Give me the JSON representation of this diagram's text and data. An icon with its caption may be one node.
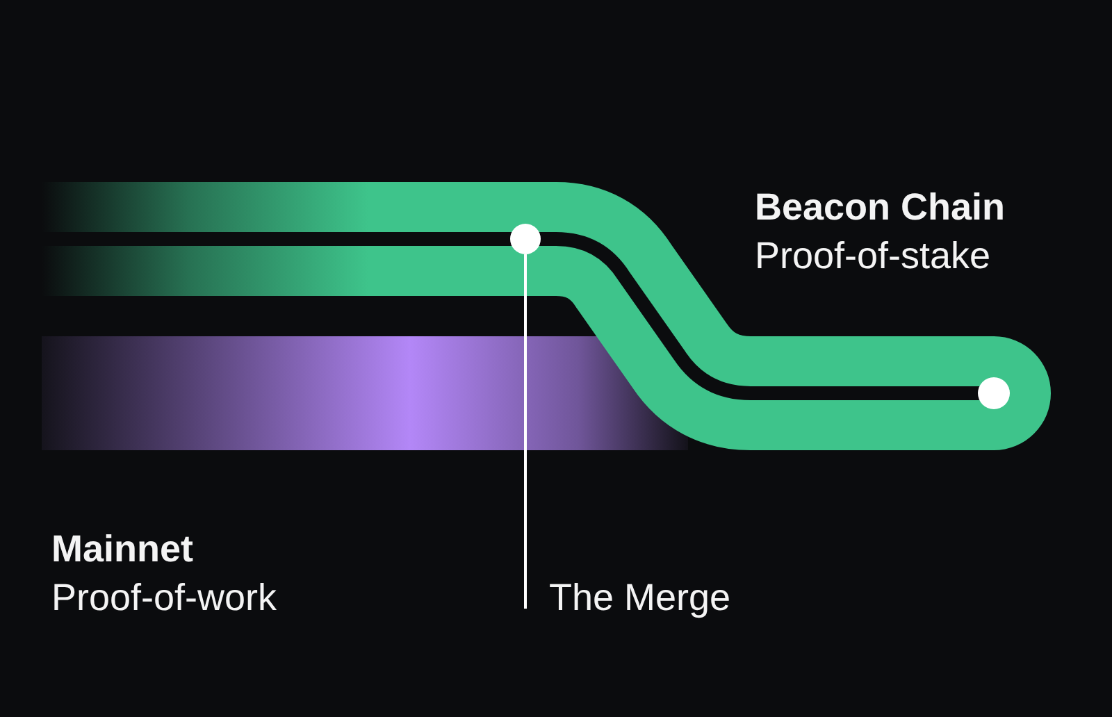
{
  "diagram": {
    "nodes": [
      {
        "text": [],
        "shape": "circle"
      },
      {
        "text": [
          "The Merge"
        ]
      }
    ],
    "edges": [
      {
        "from": 1,
        "to": 0,
        "arrow": "none"
      }
    ],
    "labels": [
      "Beacon Chain",
      "Proof-of-stake",
      "Mainnet",
      "Proof-of-work"
    ]
  }
}
